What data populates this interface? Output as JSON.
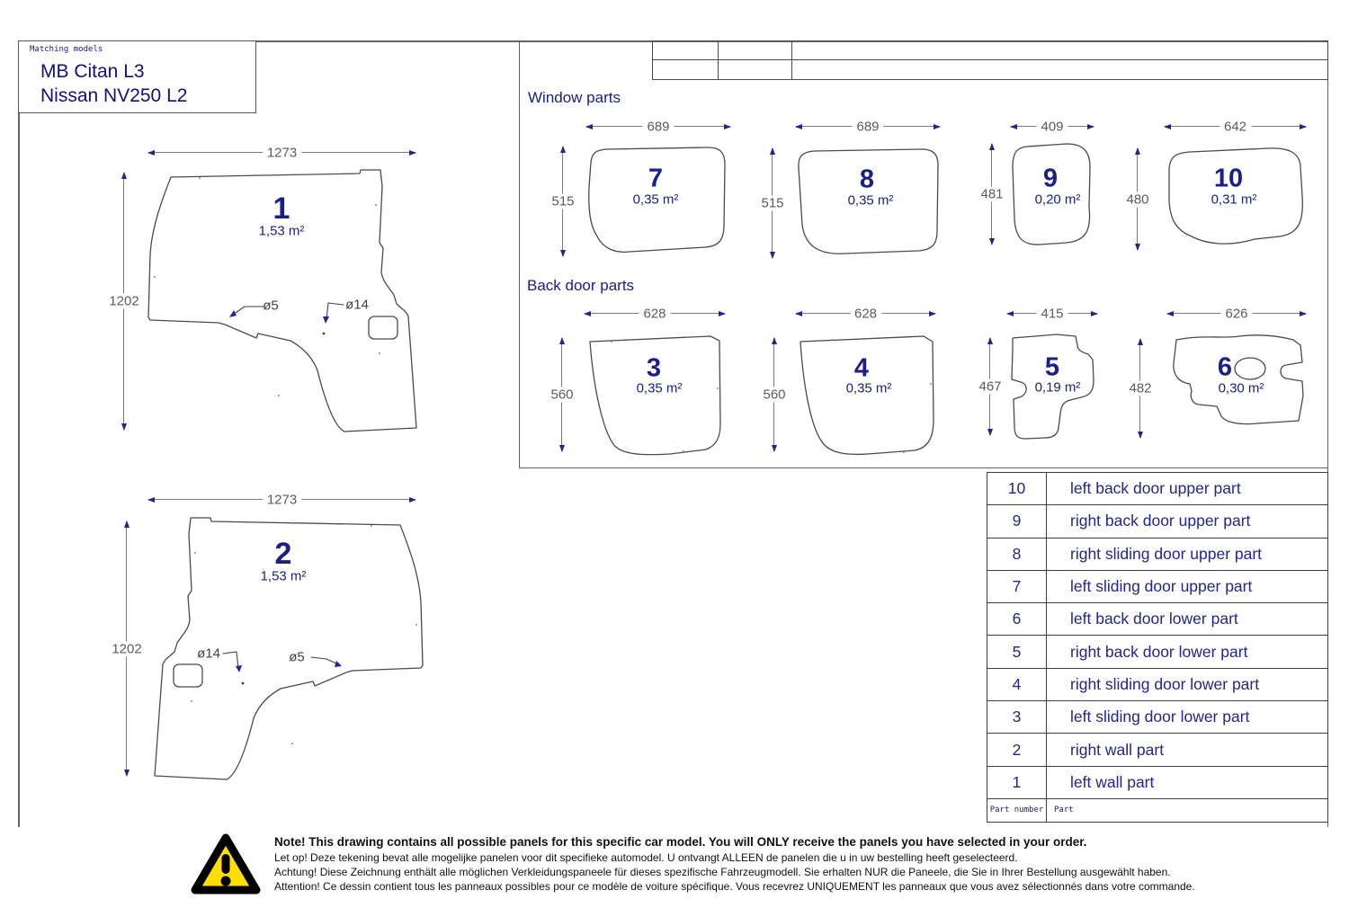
{
  "matching": {
    "label": "Matching models",
    "models": [
      "MB Citan L3",
      "Nissan NV250 L2"
    ]
  },
  "sections": {
    "window": "Window parts",
    "back_door": "Back door parts"
  },
  "parts": {
    "p1": {
      "num": "1",
      "area": "1,53 m²",
      "width": "1273",
      "height": "1202",
      "hole_small": "ø5",
      "hole_big": "ø14"
    },
    "p2": {
      "num": "2",
      "area": "1,53 m²",
      "width": "1273",
      "height": "1202",
      "hole_small": "ø5",
      "hole_big": "ø14"
    },
    "p3": {
      "num": "3",
      "area": "0,35 m²",
      "width": "628",
      "height": "560"
    },
    "p4": {
      "num": "4",
      "area": "0,35 m²",
      "width": "628",
      "height": "560"
    },
    "p5": {
      "num": "5",
      "area": "0,19 m²",
      "width": "415",
      "height": "467"
    },
    "p6": {
      "num": "6",
      "area": "0,30 m²",
      "width": "626",
      "height": "482"
    },
    "p7": {
      "num": "7",
      "area": "0,35 m²",
      "width": "689",
      "height": "515"
    },
    "p8": {
      "num": "8",
      "area": "0,35 m²",
      "width": "689",
      "height": "515"
    },
    "p9": {
      "num": "9",
      "area": "0,20 m²",
      "width": "409",
      "height": "481"
    },
    "p10": {
      "num": "10",
      "area": "0,31 m²",
      "width": "642",
      "height": "480"
    }
  },
  "parts_table": {
    "header_number": "Part number",
    "header_part": "Part",
    "rows": [
      {
        "number": "10",
        "name": "left back door upper part"
      },
      {
        "number": "9",
        "name": "right back door upper part"
      },
      {
        "number": "8",
        "name": "right sliding door upper part"
      },
      {
        "number": "7",
        "name": "left sliding door upper part"
      },
      {
        "number": "6",
        "name": "left back door lower part"
      },
      {
        "number": "5",
        "name": "right back door lower part"
      },
      {
        "number": "4",
        "name": "right sliding door lower part"
      },
      {
        "number": "3",
        "name": "left sliding door lower part"
      },
      {
        "number": "2",
        "name": "right wall part"
      },
      {
        "number": "1",
        "name": "left wall part"
      }
    ]
  },
  "warning": {
    "line_en": "Note! This drawing contains all possible panels for this specific car model. You will ONLY receive the panels you have selected in your order.",
    "line_nl": "Let op! Deze tekening bevat alle mogelijke panelen voor dit specifieke automodel. U ontvangt ALLEEN de panelen die u in uw bestelling heeft geselecteerd.",
    "line_de": "Achtung! Diese Zeichnung enthält alle möglichen Verkleidungspaneele für dieses spezifische Fahrzeugmodell. Sie erhalten NUR die Paneele, die Sie in Ihrer Bestellung ausgewählt haben.",
    "line_fr": "Attention! Ce dessin contient tous les panneaux possibles pour ce modèle de voiture spécifique. Vous recevrez UNIQUEMENT les panneaux que vous avez sélectionnés dans votre commande."
  },
  "colors": {
    "accent_navy": "#1b2088",
    "dim_gray": "#5b5b5b",
    "warning_yellow": "#ffdf00"
  }
}
